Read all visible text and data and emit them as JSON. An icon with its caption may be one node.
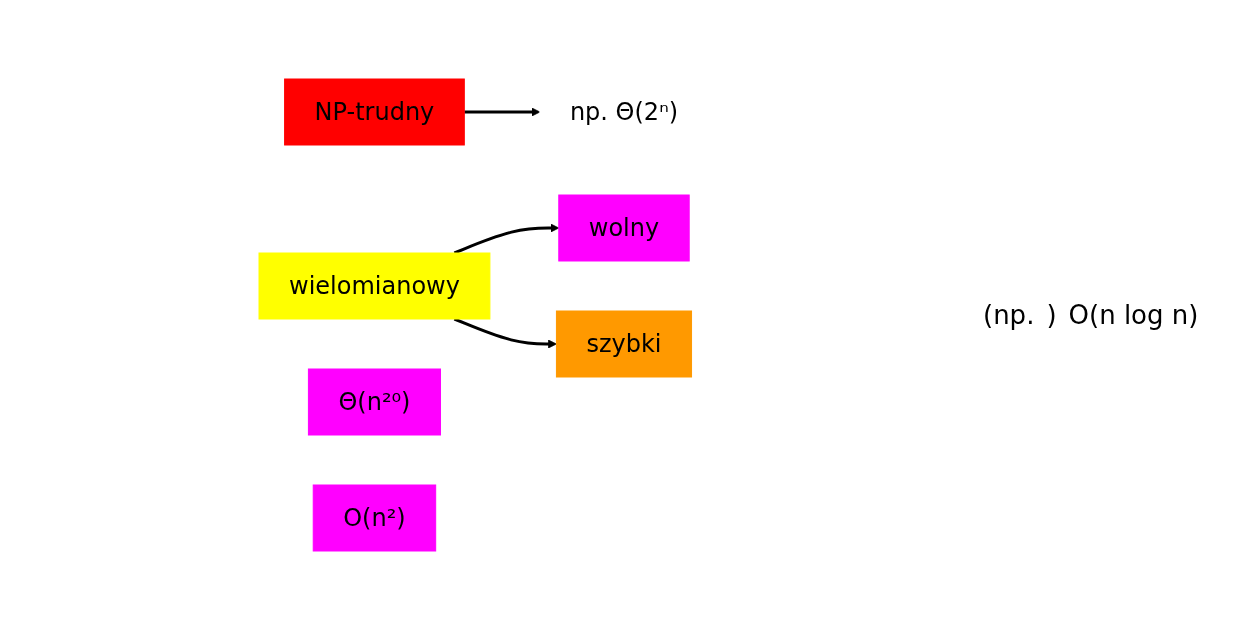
{
  "diagram": {
    "nodes": [
      {
        "text": [
          "NP-trudny"
        ]
      },
      {
        "text": [
          "np. Θ(2ⁿ)"
        ]
      },
      {
        "text": [
          "wielomianowy"
        ]
      },
      {
        "text": [
          "wolny"
        ]
      },
      {
        "text": [
          "Θ(n²⁰)"
        ]
      },
      {
        "text": [
          "szybki"
        ]
      },
      {
        "text": [
          "O(n²)"
        ]
      }
    ],
    "edges": [
      {
        "from": 0,
        "to": 1,
        "arrow": "to"
      },
      {
        "from": 2,
        "to": 3,
        "arrow": "to"
      },
      {
        "from": 2,
        "to": 5,
        "arrow": "to"
      }
    ],
    "labels": [
      "(np.",
      ")",
      "O(n log n)"
    ]
  }
}
